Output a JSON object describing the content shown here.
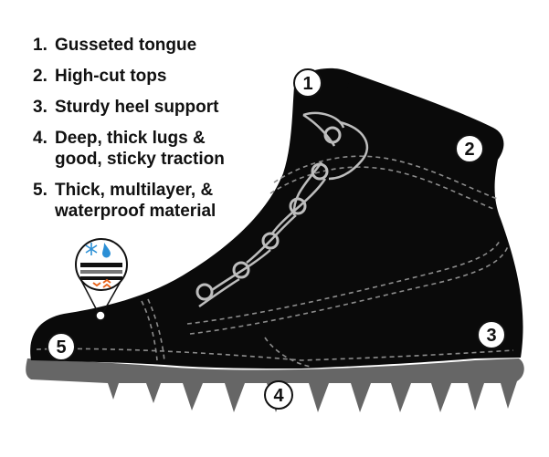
{
  "legend": [
    {
      "num": "1.",
      "text": "Gusseted tongue"
    },
    {
      "num": "2.",
      "text": "High-cut tops"
    },
    {
      "num": "3.",
      "text": "Sturdy heel support"
    },
    {
      "num": "4.",
      "text": "Deep, thick lugs & good, sticky traction"
    },
    {
      "num": "5.",
      "text": "Thick, multilayer, & waterproof material"
    }
  ],
  "markers": [
    "1",
    "2",
    "3",
    "4",
    "5"
  ],
  "colors": {
    "boot_upper": "#0a0a0a",
    "sole": "#666666",
    "stitch": "#8c8c8c",
    "laces": "#bdbdbd",
    "marker_fill": "#ffffff",
    "marker_stroke": "#111111",
    "inset_cold_icon": "#2b8fd6",
    "inset_warm_icon": "#e8661e"
  },
  "icons": [
    "snowflake-icon",
    "water-drop-icon",
    "heat-arrows-icon"
  ]
}
